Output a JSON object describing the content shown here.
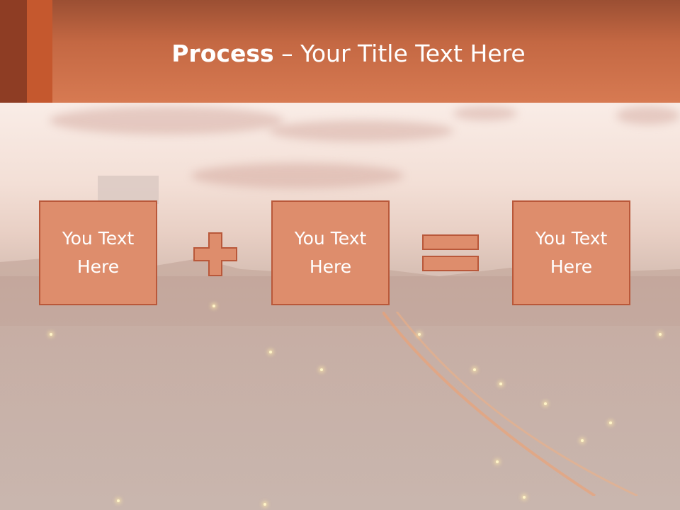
{
  "header": {
    "title_bold": "Process",
    "title_rest": " – Your Title Text Here"
  },
  "process": {
    "box1": "You Text Here",
    "box2": "You Text Here",
    "box3": "You Text Here",
    "operator1": "plus-icon",
    "operator2": "equals-icon"
  },
  "colors": {
    "header": "#d77a52",
    "box_fill": "#de8d6c",
    "box_border": "#b9583a"
  }
}
